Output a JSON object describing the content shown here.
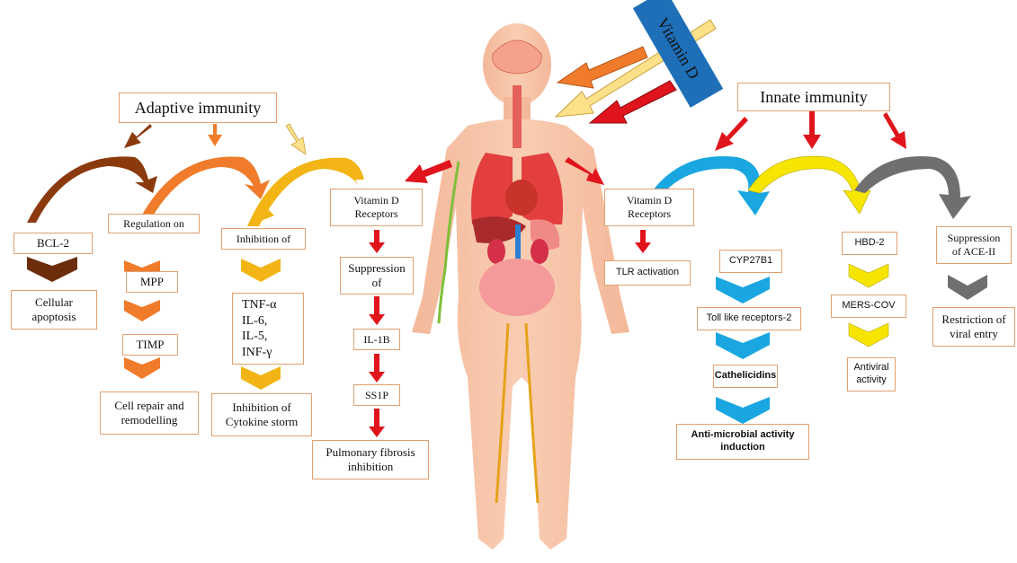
{
  "vitamin_d": "Vitamin D",
  "adaptive": {
    "title": "Adaptive immunity",
    "bcl2": "BCL-2",
    "cellular_apoptosis": "Cellular\napoptosis",
    "regulation_on": "Regulation on",
    "mpp": "MPP",
    "timp": "TIMP",
    "cell_repair": "Cell repair and\nremodelling",
    "inhibition_of": "Inhibition of",
    "cytokines": "TNF-α\nIL-6,\nIL-5,\nINF-γ",
    "cytokine_storm": "Inhibition of\nCytokine storm",
    "receptors": "Vitamin D\nReceptors",
    "suppression_of": "Suppression\nof",
    "il1b": "IL-1B",
    "ss1p": "SS1P",
    "pulmonary": "Pulmonary fibrosis\ninhibition"
  },
  "innate": {
    "title": "Innate immunity",
    "receptors": "Vitamin D\nReceptors",
    "tlr_activation": "TLR activation",
    "cyp27b1": "CYP27B1",
    "toll_like": "Toll like receptors-2",
    "cathelicidins": "Cathelicidins",
    "antimicrobial": "Anti-microbial activity\ninduction",
    "hbd2": "HBD-2",
    "mers": "MERS-COV",
    "antiviral": "Antiviral\nactivity",
    "suppression_ace": "Suppression\nof ACE-II",
    "restriction": "Restriction of\nviral entry"
  },
  "colors": {
    "brown": "#8b3a0e",
    "orange": "#f07b2a",
    "gold": "#f2b515",
    "red": "#e0141c",
    "blue": "#1aa6e0",
    "yellow": "#f5e500",
    "gray": "#6f6f6f",
    "box_border": "#e0a070",
    "vitd_bar": "#1f6fb8"
  }
}
